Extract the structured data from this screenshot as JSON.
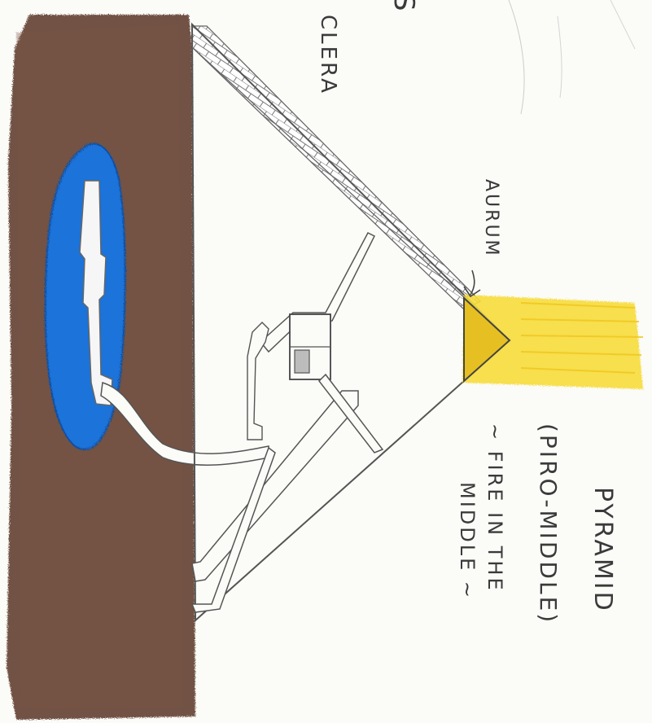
{
  "labels": {
    "top_letter": "S",
    "top_word": "CLERA",
    "aurum": "AURUM",
    "pyramid": "PYRAMID",
    "piro_middle": "(PIRO-MIDDLE)",
    "fire_line1": "~ FIRE IN THE",
    "fire_line2": "MIDDLE ~"
  },
  "colors": {
    "earth": "#6b4a3a",
    "water": "#1f73d9",
    "fire": "#f7dc3a",
    "ink": "#555555",
    "paper": "#fbfbf8"
  }
}
